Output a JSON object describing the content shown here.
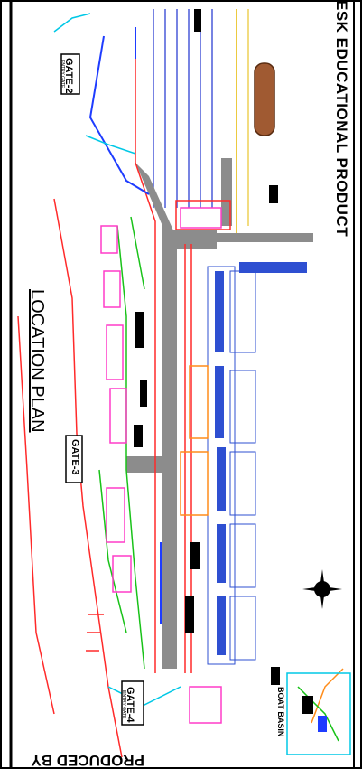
{
  "drawing": {
    "header_banner": "ESK EDUCATIONAL PRODUCT",
    "footer_banner": "PRODUCED BY",
    "title": "LOCATION PLAN",
    "boat_basin_label": "BOAT BASIN",
    "gates": [
      "GATE-2",
      "GATE-3",
      "GATE-4"
    ],
    "gate_subtitles": [
      "ENTRY GATE",
      "ENTRY GATE"
    ],
    "colors": {
      "road_grey": "#8c8c8c",
      "boundary_red": "#ff2a2a",
      "utility_blue": "#1e3cff",
      "landscape_green": "#19c219",
      "building_pink": "#ff3cc8",
      "cyan_edge": "#00c8e6",
      "building_blue": "#2e4fd1",
      "tank_brown": "#a05a32"
    }
  }
}
